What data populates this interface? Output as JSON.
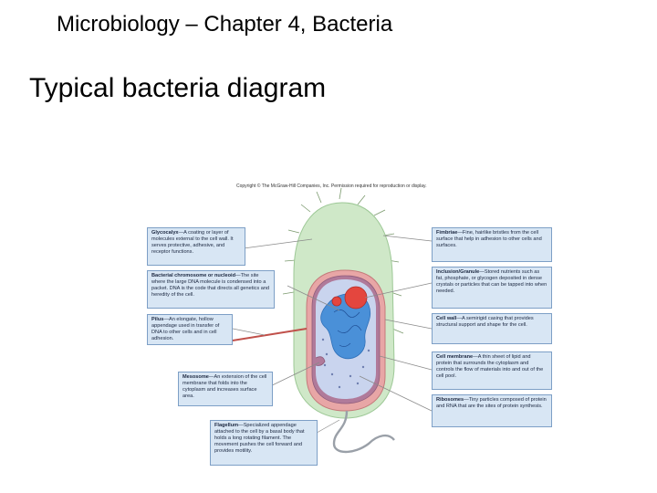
{
  "slide": {
    "title": "Microbiology – Chapter 4, Bacteria",
    "subtitle": "Typical bacteria diagram"
  },
  "figure": {
    "copyright": "Copyright © The McGraw-Hill Companies, Inc. Permission required for reproduction or display.",
    "colors": {
      "capsule": "#cfe8c8",
      "cell_wall": "#e8a6a6",
      "membrane": "#b07a9a",
      "cytoplasm": "#c9d4ee",
      "nucleoid": "#4a90d8",
      "inclusion": "#e4463e",
      "callout_bg": "#d8e6f4",
      "leader_line": "#8a8a8a"
    },
    "callouts": {
      "glycocalyx": {
        "term": "Glycocalyx",
        "text": "—A coating or layer of molecules external to the cell wall. It serves protective, adhesive, and receptor functions."
      },
      "nucleoid": {
        "term": "Bacterial chromosome or nucleoid",
        "text": "—The site where the large DNA molecule is condensed into a packet. DNA is the code that directs all genetics and heredity of the cell."
      },
      "pilus": {
        "term": "Pilus",
        "text": "—An elongate, hollow appendage used in transfer of DNA to other cells and in cell adhesion."
      },
      "mesosome": {
        "term": "Mesosome",
        "text": "—An extension of the cell membrane that folds into the cytoplasm and increases surface area."
      },
      "flagellum": {
        "term": "Flagellum",
        "text": "—Specialized appendage attached to the cell by a basal body that holds a long rotating filament. The movement pushes the cell forward and provides motility."
      },
      "fimbriae": {
        "term": "Fimbriae",
        "text": "—Fine, hairlike bristles from the cell surface that help in adhesion to other cells and surfaces."
      },
      "inclusion": {
        "term": "Inclusion/Granule",
        "text": "—Stored nutrients such as fat, phosphate, or glycogen deposited in dense crystals or particles that can be tapped into when needed."
      },
      "cell_wall": {
        "term": "Cell wall",
        "text": "—A semirigid casing that provides structural support and shape for the cell."
      },
      "cell_membrane": {
        "term": "Cell membrane",
        "text": "—A thin sheet of lipid and protein that surrounds the cytoplasm and controls the flow of materials into and out of the cell pool."
      },
      "ribosomes": {
        "term": "Ribosomes",
        "text": "—Tiny particles composed of protein and RNA that are the sites of protein synthesis."
      }
    }
  }
}
